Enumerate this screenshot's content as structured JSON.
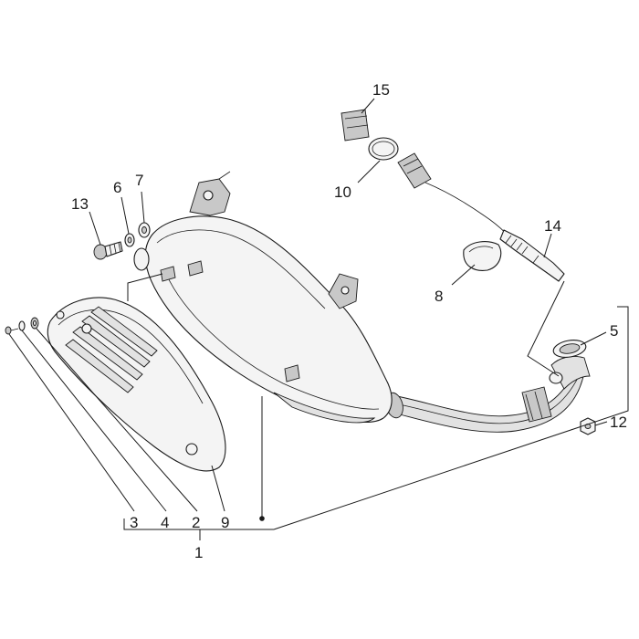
{
  "diagram": {
    "callouts": {
      "c1": "1",
      "c2": "2",
      "c3": "3",
      "c4": "4",
      "c5": "5",
      "c6": "6",
      "c7": "7",
      "c8": "8",
      "c9": "9",
      "c10": "10",
      "c12": "12",
      "c13": "13",
      "c14": "14",
      "c15": "15"
    }
  }
}
